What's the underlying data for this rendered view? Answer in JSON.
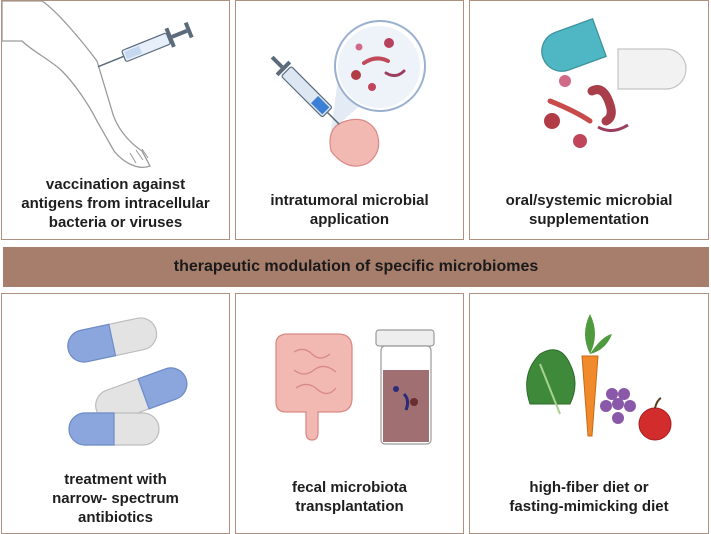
{
  "banner": {
    "text": "therapeutic modulation of specific microbiomes"
  },
  "panels": [
    {
      "label": "vaccination against\nantigens from intracellular\nbacteria or viruses",
      "icon": "arm-syringe-icon"
    },
    {
      "label": "intratumoral microbial\napplication",
      "icon": "syringe-tumor-icon"
    },
    {
      "label": "oral/systemic microbial\nsupplementation",
      "icon": "capsule-microbes-icon"
    },
    {
      "label": "treatment with\nnarrow- spectrum\nantibiotics",
      "icon": "pills-icon"
    },
    {
      "label": "fecal microbiota\ntransplantation",
      "icon": "intestine-jar-icon"
    },
    {
      "label": "high-fiber diet or\nfasting-mimicking diet",
      "icon": "vegetables-icon"
    }
  ],
  "colors": {
    "banner": "#a77e6c",
    "border": "#b0907e",
    "pill_blue": "#8aa6dd",
    "capsule_teal": "#4fb6c3"
  }
}
